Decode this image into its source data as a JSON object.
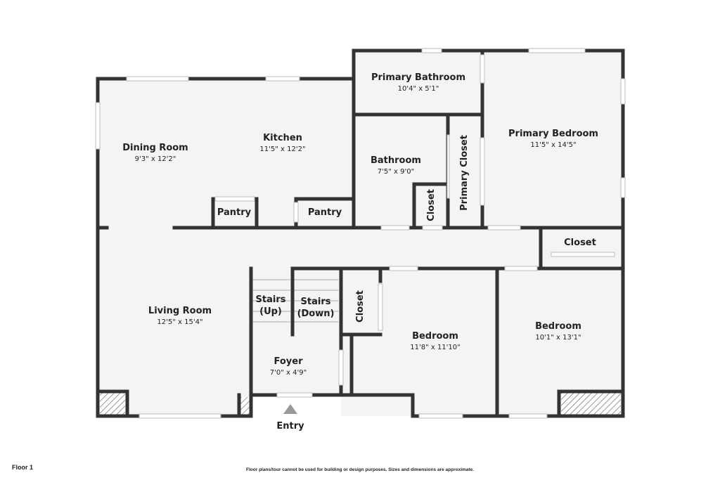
{
  "floor_label": "Floor 1",
  "disclaimer": "Floor plans/tour cannot be used for building or design purposes. Sizes and dimensions are approximate.",
  "entry_label": "Entry",
  "colors": {
    "wall": "#333333",
    "floor": "#f4f4f4",
    "window": "#ffffff"
  },
  "rooms": {
    "dining_room": {
      "name": "Dining Room",
      "dims": "9'3\" x 12'2\""
    },
    "kitchen": {
      "name": "Kitchen",
      "dims": "11'5\" x 12'2\""
    },
    "pantry_1": {
      "name": "Pantry"
    },
    "pantry_2": {
      "name": "Pantry"
    },
    "primary_bathroom": {
      "name": "Primary Bathroom",
      "dims": "10'4\" x 5'1\""
    },
    "bathroom": {
      "name": "Bathroom",
      "dims": "7'5\" x 9'0\""
    },
    "primary_closet": {
      "name": "Primary Closet"
    },
    "closet_small": {
      "name": "Closet"
    },
    "primary_bedroom": {
      "name": "Primary Bedroom",
      "dims": "11'5\" x 14'5\""
    },
    "closet_right": {
      "name": "Closet"
    },
    "living_room": {
      "name": "Living Room",
      "dims": "12'5\" x 15'4\""
    },
    "stairs_up": {
      "name_line1": "Stairs",
      "name_line2": "(Up)"
    },
    "stairs_down": {
      "name_line1": "Stairs",
      "name_line2": "(Down)"
    },
    "closet_mid": {
      "name": "Closet"
    },
    "bedroom_1": {
      "name": "Bedroom",
      "dims": "11'8\" x 11'10\""
    },
    "bedroom_2": {
      "name": "Bedroom",
      "dims": "10'1\" x 13'1\""
    },
    "foyer": {
      "name": "Foyer",
      "dims": "7'0\" x 4'9\""
    }
  }
}
